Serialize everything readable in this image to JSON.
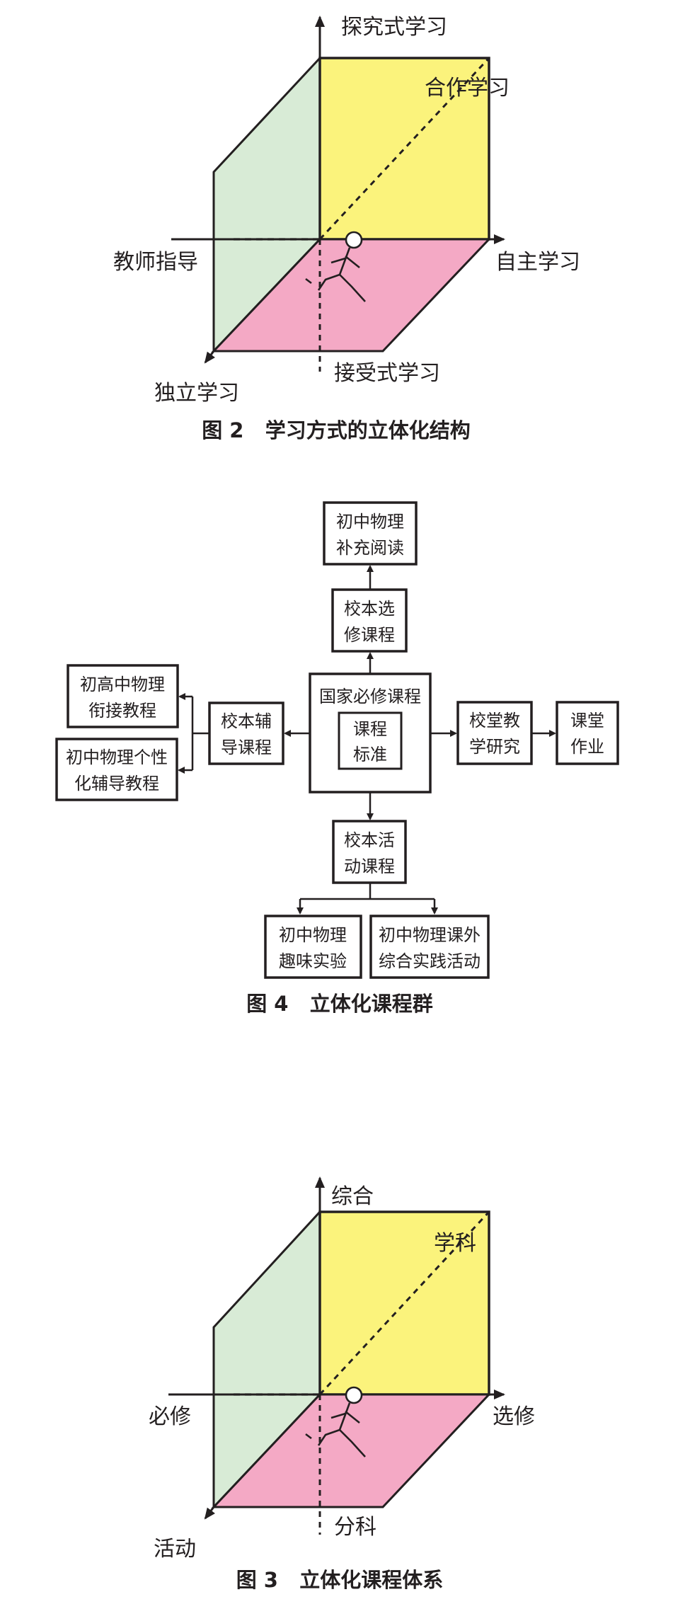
{
  "colors": {
    "yellow_face": "#fbf37c",
    "green_face": "#d8ebd6",
    "pink_face": "#f4a9c5",
    "ink": "#231f20"
  },
  "figure2": {
    "axis_top": "探究式学习",
    "diagonal": "合作学习",
    "axis_left": "教师指导",
    "axis_right": "自主学习",
    "axis_bottom": "接受式学习",
    "axis_front": "独立学习",
    "caption": "图 2   学习方式的立体化结构"
  },
  "figure4": {
    "box_top_reading": [
      "初中物理",
      "补充阅读"
    ],
    "box_elective": [
      "校本选",
      "修课程"
    ],
    "box_center": "国家必修课程",
    "box_standard": [
      "课程",
      "标准"
    ],
    "box_tutoring": [
      "校本辅",
      "导课程"
    ],
    "box_bridge": [
      "初高中物理",
      "衔接教程"
    ],
    "box_personal": [
      "初中物理个性",
      "化辅导教程"
    ],
    "box_class_research": [
      "校堂教",
      "学研究"
    ],
    "box_homework": [
      "课堂",
      "作业"
    ],
    "box_activity": [
      "校本活",
      "动课程"
    ],
    "box_experiment": [
      "初中物理",
      "趣味实验"
    ],
    "box_practice": [
      "初中物理课外",
      "综合实践活动"
    ],
    "caption": "图 4   立体化课程群"
  },
  "figure3": {
    "axis_top": "综合",
    "diagonal": "学科",
    "axis_left": "必修",
    "axis_right": "选修",
    "axis_bottom": "分科",
    "axis_front": "活动",
    "caption": "图 3   立体化课程体系"
  }
}
